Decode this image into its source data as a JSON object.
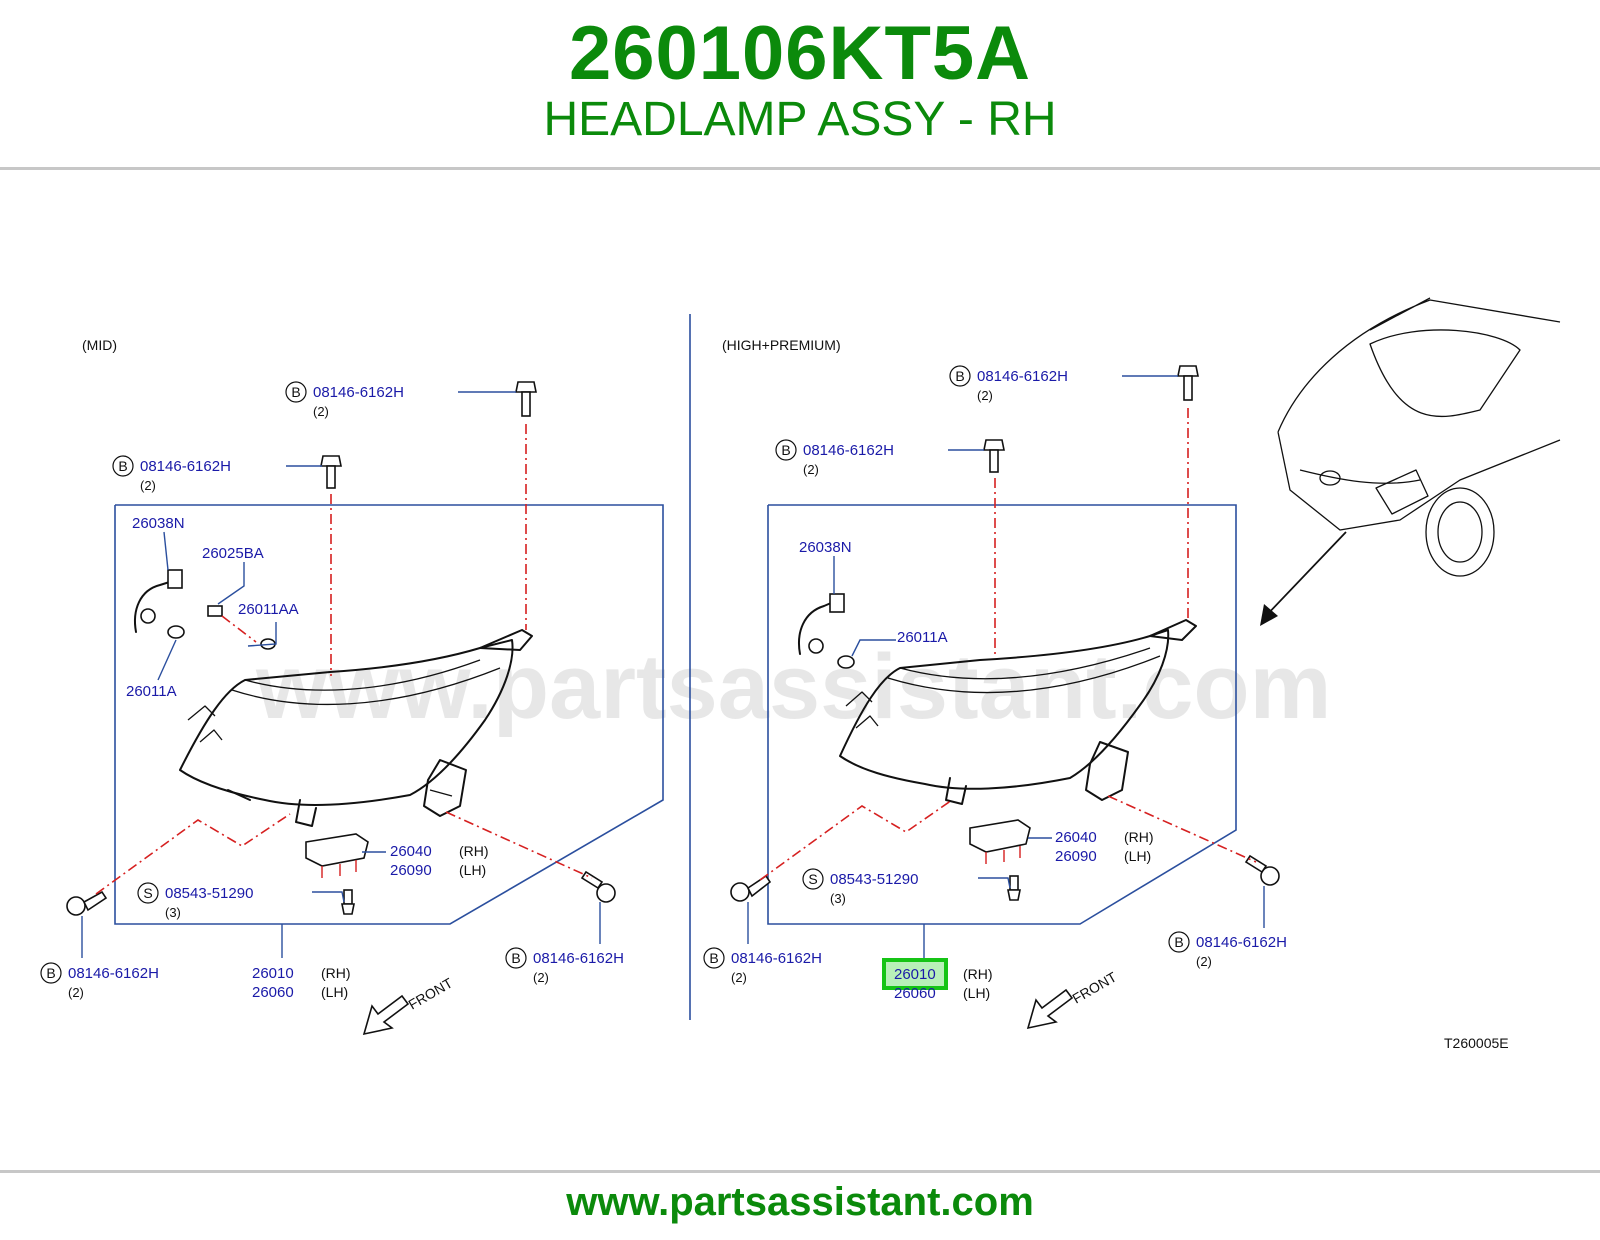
{
  "header": {
    "part_number": "260106KT5A",
    "part_name": "HEADLAMP ASSY - RH"
  },
  "footer": {
    "url": "www.partsassistant.com"
  },
  "watermark": "www.partsassistant.com",
  "diagram_code": "T260005E",
  "colors": {
    "brand_green": "#0b8a0b",
    "label_blue": "#1a1aa8",
    "frame_blue": "#2b4f9e",
    "dash_red": "#d62020",
    "highlight": "#16c416"
  },
  "left_panel": {
    "variant": "(MID)",
    "front": "FRONT",
    "callouts": {
      "bolt_top": {
        "marker": "B",
        "code": "08146-6162H",
        "qty": "(2)"
      },
      "bolt_upper": {
        "marker": "B",
        "code": "08146-6162H",
        "qty": "(2)"
      },
      "harness": "26038N",
      "socket": "26025BA",
      "bulb_small": "26011AA",
      "bulb": "26011A",
      "bracket_rh": "26040",
      "bracket_lh": "26090",
      "bracket_rh_side": "(RH)",
      "bracket_lh_side": "(LH)",
      "screw": {
        "marker": "S",
        "code": "08543-51290",
        "qty": "(3)"
      },
      "bolt_bottom_left": {
        "marker": "B",
        "code": "08146-6162H",
        "qty": "(2)"
      },
      "bolt_bottom_right": {
        "marker": "B",
        "code": "08146-6162H",
        "qty": "(2)"
      },
      "assy_rh": "26010",
      "assy_lh": "26060",
      "assy_rh_side": "(RH)",
      "assy_lh_side": "(LH)"
    }
  },
  "right_panel": {
    "variant": "(HIGH+PREMIUM)",
    "front": "FRONT",
    "callouts": {
      "bolt_top": {
        "marker": "B",
        "code": "08146-6162H",
        "qty": "(2)"
      },
      "bolt_upper": {
        "marker": "B",
        "code": "08146-6162H",
        "qty": "(2)"
      },
      "harness": "26038N",
      "bulb": "26011A",
      "bracket_rh": "26040",
      "bracket_lh": "26090",
      "bracket_rh_side": "(RH)",
      "bracket_lh_side": "(LH)",
      "screw": {
        "marker": "S",
        "code": "08543-51290",
        "qty": "(3)"
      },
      "bolt_bottom_left": {
        "marker": "B",
        "code": "08146-6162H",
        "qty": "(2)"
      },
      "bolt_bottom_right": {
        "marker": "B",
        "code": "08146-6162H",
        "qty": "(2)"
      },
      "assy_rh": "26010",
      "assy_lh": "26060",
      "assy_rh_side": "(RH)",
      "assy_lh_side": "(LH)"
    }
  }
}
